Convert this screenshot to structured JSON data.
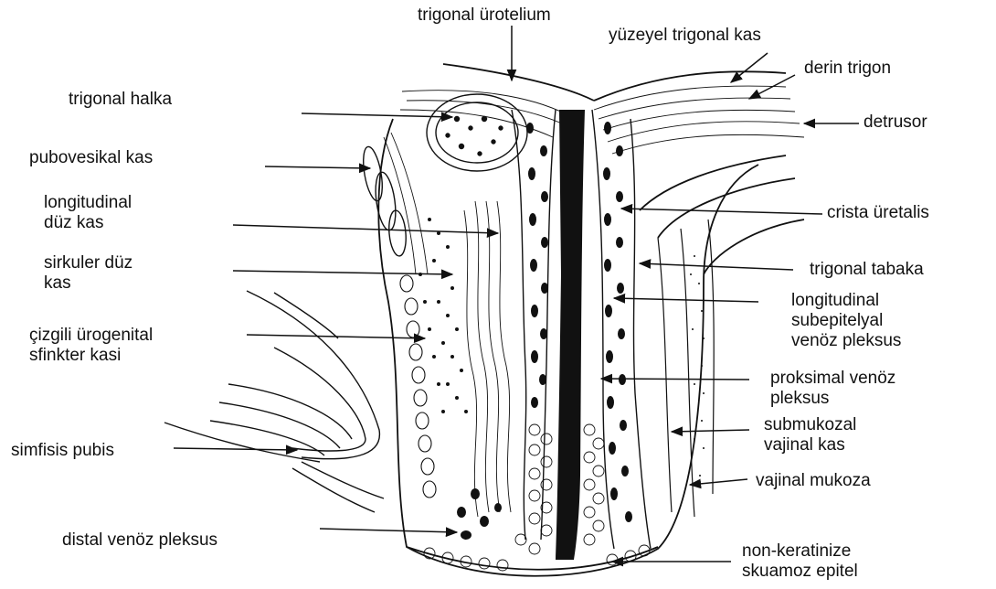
{
  "colors": {
    "ink": "#111111",
    "paper": "#ffffff"
  },
  "labels": {
    "trigonal_urotelium": "trigonal ürotelium",
    "yuzeyel_trigonal_kas": "yüzeyel trigonal kas",
    "derin_trigon": "derin trigon",
    "detrusor": "detrusor",
    "trigonal_halka": "trigonal halka",
    "pubovesikal_kas": "pubovesikal kas",
    "longitudinal_duz_kas": [
      "longitudinal",
      "düz kas"
    ],
    "crista_uretalis": "crista üretalis",
    "sirkuler_duz_kas": [
      "sirkuler düz",
      "kas"
    ],
    "trigonal_tabaka": "trigonal tabaka",
    "longitudinal_subepitelyal": [
      "longitudinal",
      "subepitelyal",
      "venöz pleksus"
    ],
    "cizgili_urogenital": [
      "çizgili ürogenital",
      "sfinkter kasi"
    ],
    "proksimal_venoz": [
      "proksimal venöz",
      "pleksus"
    ],
    "submukozal_vajinal": [
      "submukozal",
      "vajinal kas"
    ],
    "simfisis_pubis": "simfisis pubis",
    "vajinal_mukoza": "vajinal mukoza",
    "distal_venoz": "distal venöz pleksus",
    "non_keratinize": [
      "non-keratinize",
      "skuamoz epitel"
    ]
  }
}
